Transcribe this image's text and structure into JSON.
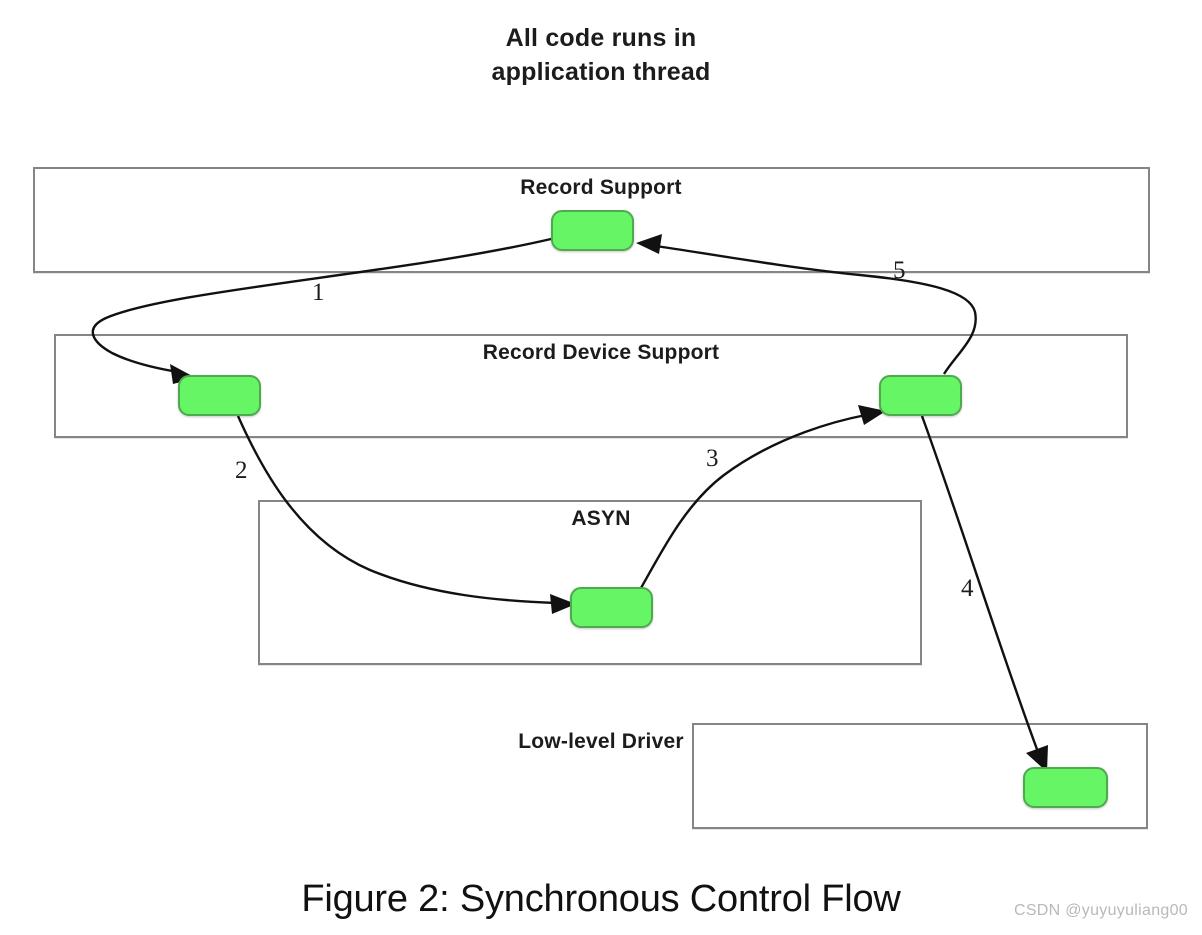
{
  "figure": {
    "note_lines": [
      "All code runs in",
      "application thread"
    ],
    "caption": "Figure 2: Synchronous Control Flow",
    "watermark": "CSDN @yuyuyuliang00",
    "colors": {
      "node_fill": "#66f565",
      "node_border": "#4fa94e",
      "box_border": "#858585",
      "arrow": "#111111",
      "text": "#1c1c1c",
      "background": "#ffffff",
      "watermark": "#b9b9b9"
    }
  },
  "layers": [
    {
      "id": "record-support",
      "title": "Record Support"
    },
    {
      "id": "record-device-support",
      "title": "Record Device Support"
    },
    {
      "id": "asyn",
      "title": "ASYN"
    },
    {
      "id": "low-level-driver",
      "title": "Low-level Driver"
    }
  ],
  "nodes": [
    {
      "id": "node-record-support",
      "layer": "Record Support"
    },
    {
      "id": "node-rds-left",
      "layer": "Record Device Support"
    },
    {
      "id": "node-rds-right",
      "layer": "Record Device Support"
    },
    {
      "id": "node-asyn",
      "layer": "ASYN"
    },
    {
      "id": "node-low-level",
      "layer": "Low-level Driver"
    }
  ],
  "edges": [
    {
      "label": "1",
      "from": "node-record-support",
      "to": "node-rds-left"
    },
    {
      "label": "2",
      "from": "node-rds-left",
      "to": "node-asyn"
    },
    {
      "label": "3",
      "from": "node-asyn",
      "to": "node-rds-right"
    },
    {
      "label": "4",
      "from": "node-rds-right",
      "to": "node-low-level"
    },
    {
      "label": "5",
      "from": "node-rds-right",
      "to": "node-record-support"
    }
  ]
}
